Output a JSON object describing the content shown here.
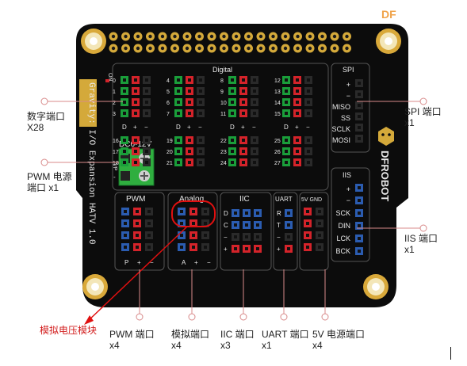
{
  "corner_logo": "DF",
  "board": {
    "name": "Gravity: I/O Expansion HATV 1.0",
    "brand": "DFROBOT",
    "on_label": "ON",
    "power_label": "DC6-12V",
    "power_polarity": [
      "VP",
      "-"
    ],
    "sections": {
      "digital": "Digital",
      "spi": "SPI",
      "pwm": "PWM",
      "analog": "Analog",
      "iic": "IIC",
      "uart": "UART",
      "power5v": "5V GND",
      "iis": "IIS"
    },
    "digital_pin_numbers": [
      "0",
      "1",
      "2",
      "3",
      "4",
      "5",
      "6",
      "7",
      "8",
      "9",
      "10",
      "11",
      "12",
      "13",
      "14",
      "15",
      "16",
      "17",
      "18",
      "19",
      "20",
      "21",
      "22",
      "23",
      "24",
      "25",
      "26",
      "27"
    ],
    "digital_footer": [
      "D",
      "+",
      "−"
    ],
    "spi_pins": [
      "+",
      "−",
      "MISO",
      "SS",
      "SCLK",
      "MOSI"
    ],
    "iis_pins": [
      "+",
      "−",
      "SCK",
      "DIN",
      "LCK",
      "BCK"
    ],
    "iic_pins": [
      "D",
      "C",
      "−",
      "+"
    ],
    "uart_pins": [
      "R",
      "T",
      "−",
      "+"
    ],
    "pwm_footer": [
      "P",
      "+",
      "−"
    ],
    "analog_footer": [
      "A",
      "+",
      "−"
    ]
  },
  "callouts": {
    "digital": {
      "name": "数字端口",
      "count": "X28"
    },
    "pwm_power": {
      "name": "PWM 电源",
      "name2": "端口 x1"
    },
    "spi": {
      "name": "SPI 端口",
      "count": "x1"
    },
    "iis": {
      "name": "IIS 端口",
      "count": "x1"
    },
    "analog_module": "模拟电压模块",
    "pwm": {
      "name": "PWM 端口",
      "count": "x4"
    },
    "analog": {
      "name": "模拟端口",
      "count": "x4"
    },
    "iic": {
      "name": "IIC 端口",
      "count": "x3"
    },
    "uart": {
      "name": "UART 端口",
      "count": "x1"
    },
    "power5v": {
      "name": "5V 电源端口",
      "count": "x4"
    }
  },
  "colors": {
    "board": "#0c0c0c",
    "silk": "#e9e9e9",
    "header_gold": "#d4a93a",
    "pin_green": "#1a9e3a",
    "pin_red": "#d4232a",
    "pin_blue": "#2b5cb0",
    "pin_black": "#2a2a2a",
    "terminal_green": "#2fae3f",
    "callout_line": "#d88a8a",
    "highlight_red": "#e01010"
  }
}
